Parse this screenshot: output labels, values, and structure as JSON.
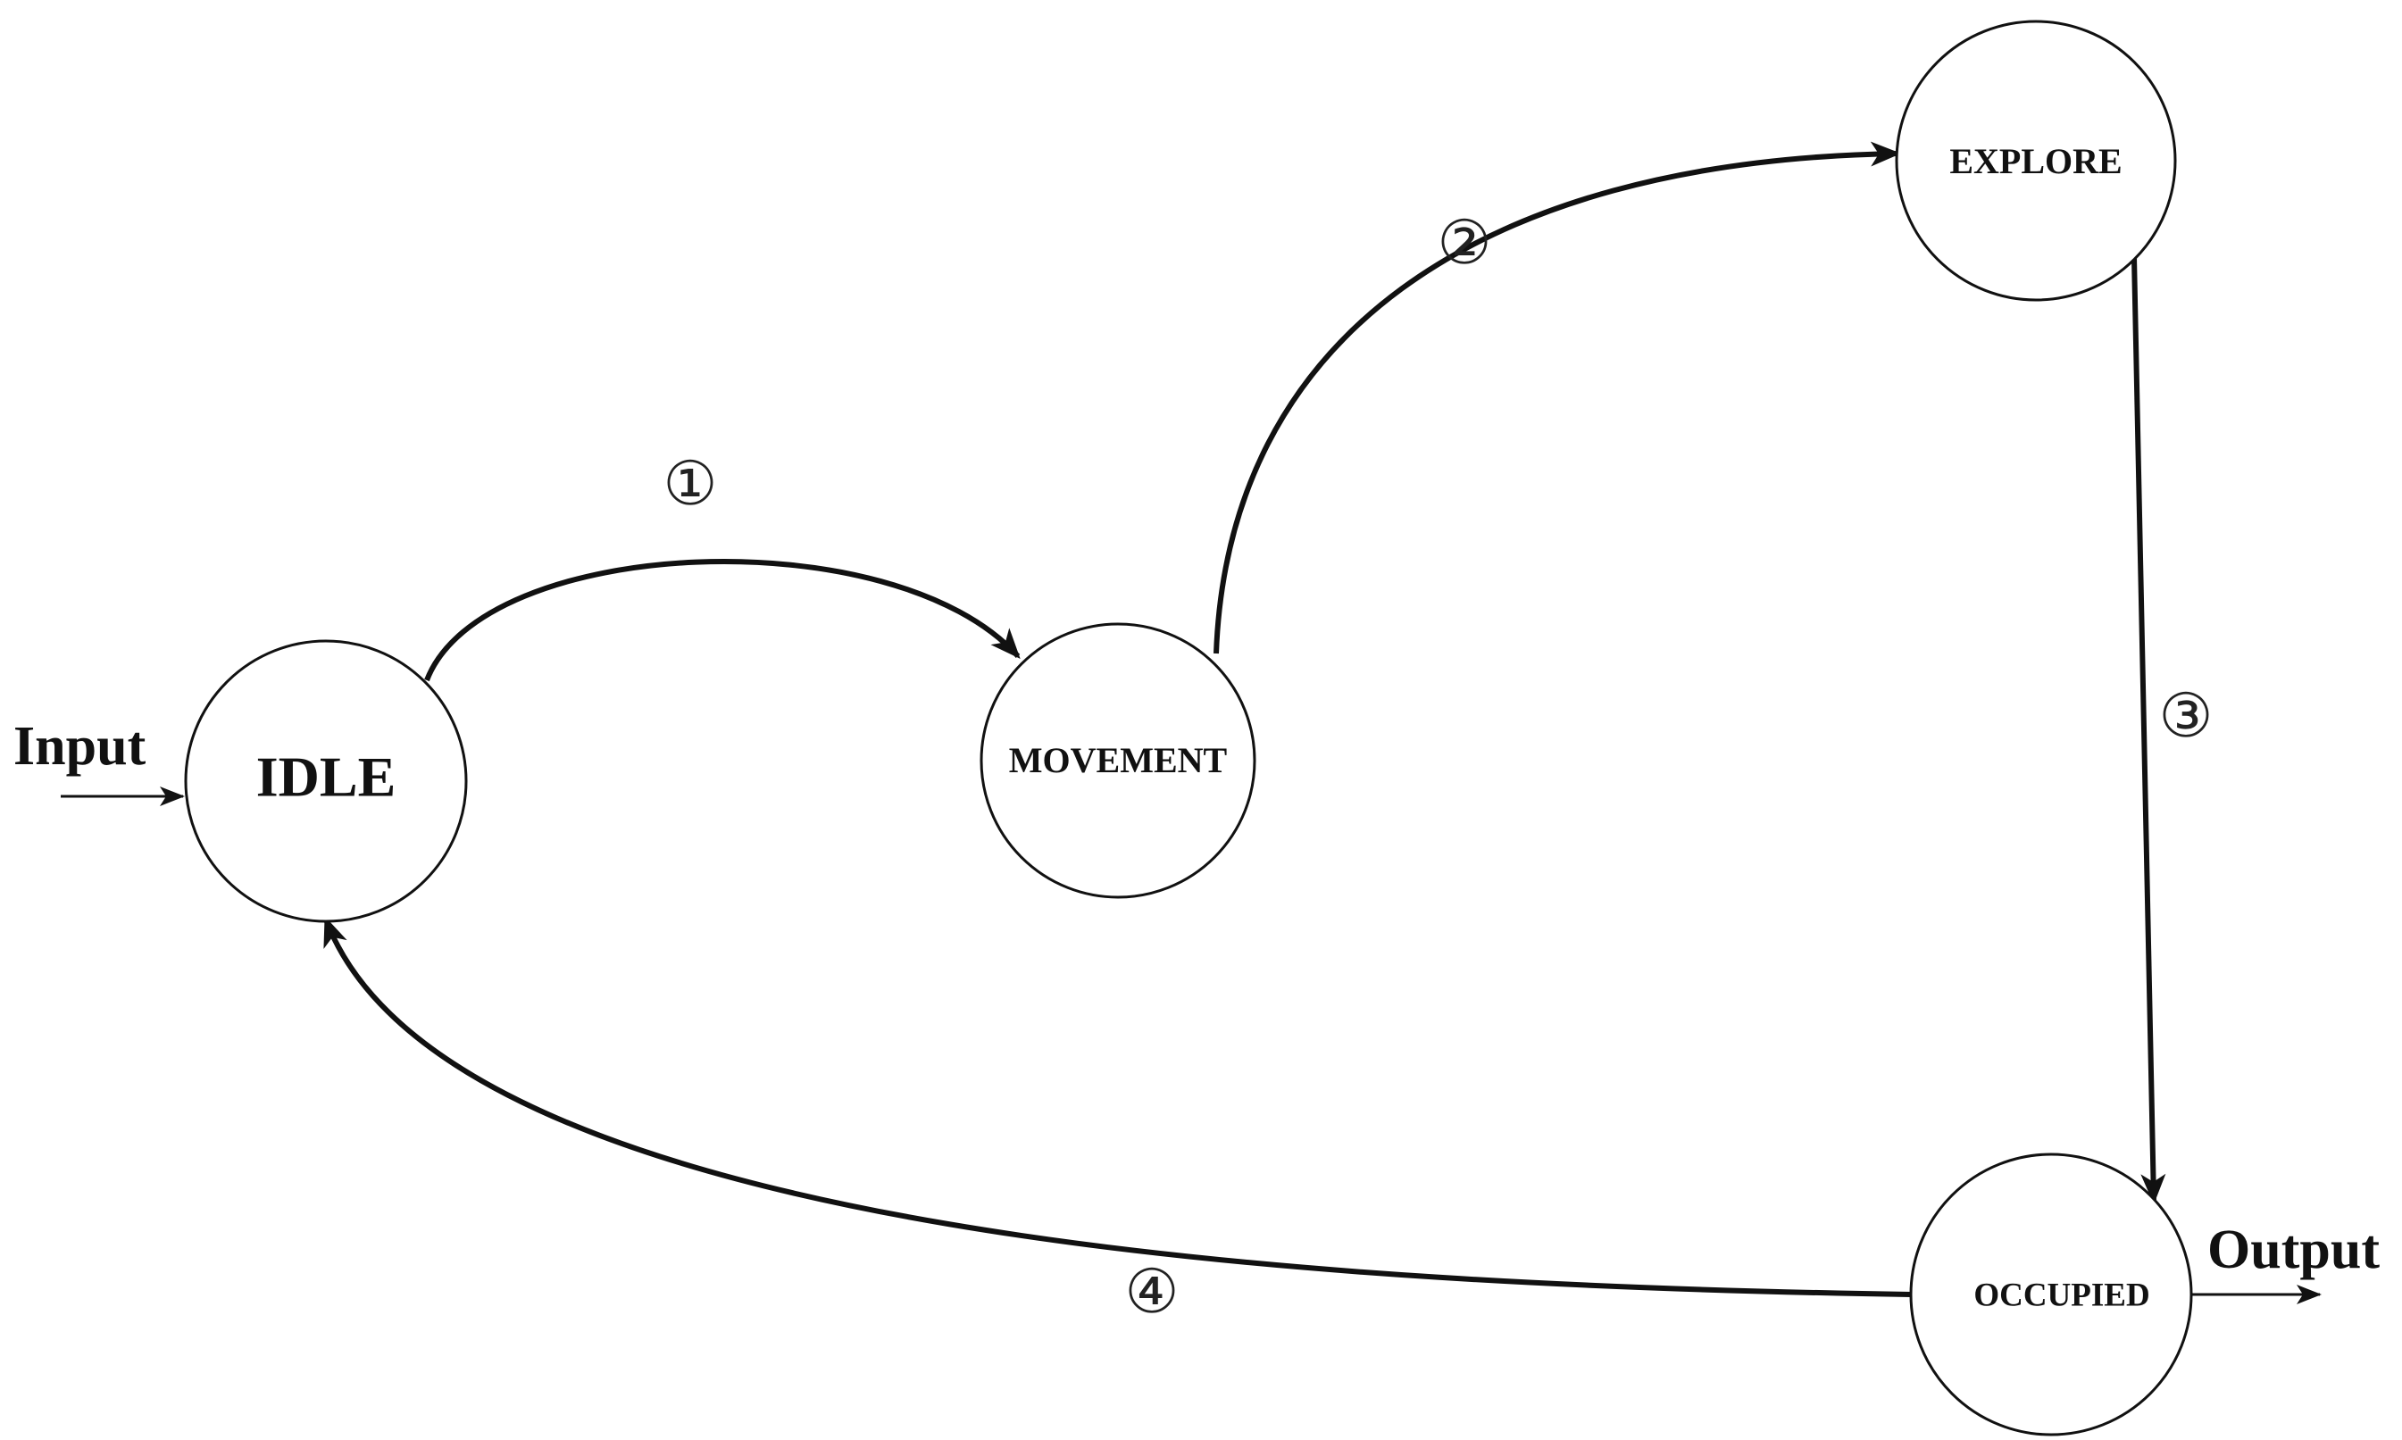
{
  "diagram": {
    "states": {
      "idle": "IDLE",
      "movement": "MOVEMENT",
      "explore": "EXPLORE",
      "occupied": "OCCUPIED"
    },
    "io": {
      "input": "Input",
      "output": "Output"
    },
    "transitions": {
      "t1": "①",
      "t2": "②",
      "t3": "③",
      "t4": "④"
    },
    "colors": {
      "stroke": "#111111",
      "background": "#ffffff"
    }
  }
}
